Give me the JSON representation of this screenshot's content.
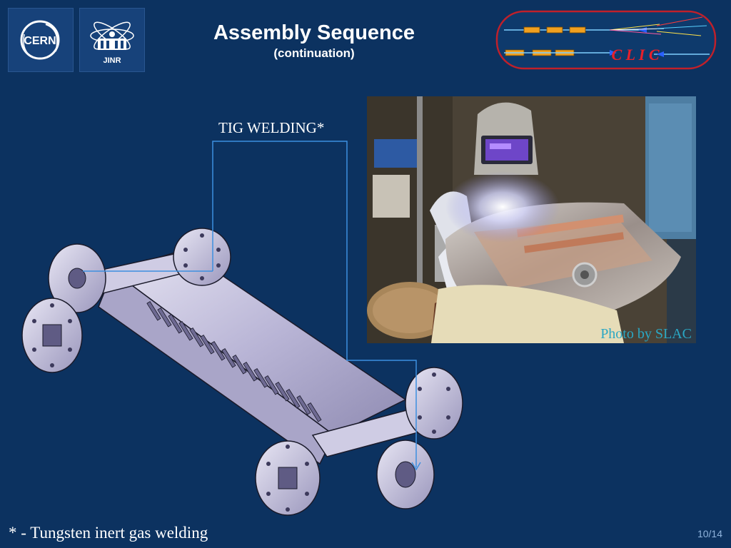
{
  "header": {
    "title": "Assembly Sequence",
    "subtitle": "(continuation)"
  },
  "logos": {
    "cern": "CERN",
    "jinr": "JINR",
    "clic": "C L I C"
  },
  "callout": {
    "label": "TIG WELDING*"
  },
  "photo": {
    "credit": "Photo by SLAC"
  },
  "footer": {
    "footnote": "* - Tungsten inert gas welding",
    "slide_number": "10/14"
  },
  "colors": {
    "background": "#0c3260",
    "connector": "#3d8fe0",
    "credit": "#2aa7c4",
    "clic_ring": "#c0202a"
  }
}
